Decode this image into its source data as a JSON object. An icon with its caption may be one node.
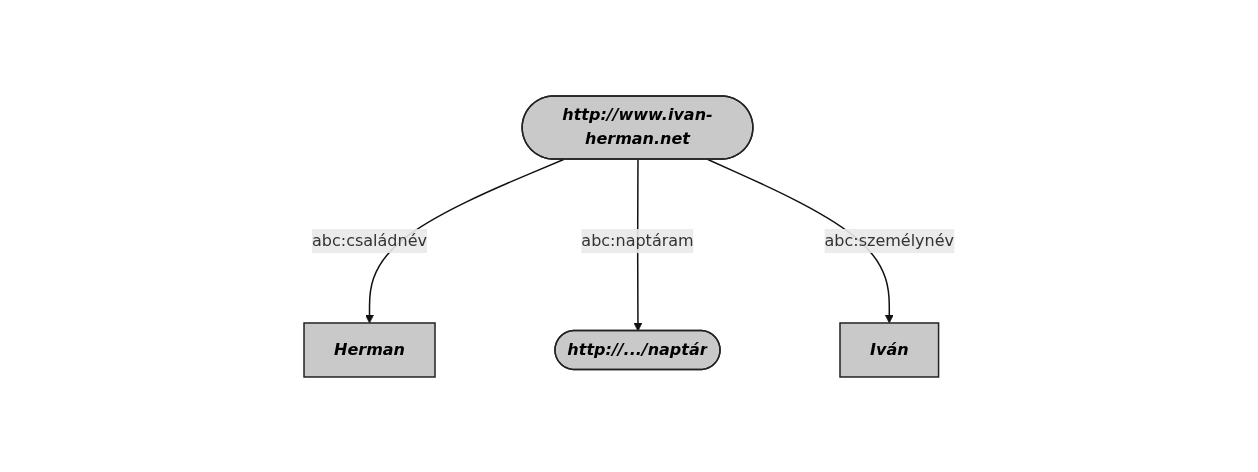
{
  "diagram": {
    "nodes": [
      {
        "text": [
          "http://www.ivan-herman.net"
        ]
      },
      {
        "text": [
          "Herman"
        ]
      },
      {
        "text": [
          "http://.../naptár"
        ]
      },
      {
        "text": [
          "Iván"
        ]
      }
    ],
    "edges": [
      {
        "from": 0,
        "to": 1,
        "arrow": "to",
        "label": "abc:családnév"
      },
      {
        "from": 0,
        "to": 2,
        "arrow": "to",
        "label": "abc:naptáram"
      },
      {
        "from": 0,
        "to": 3,
        "arrow": "to",
        "label": "abc:személynév"
      }
    ]
  }
}
